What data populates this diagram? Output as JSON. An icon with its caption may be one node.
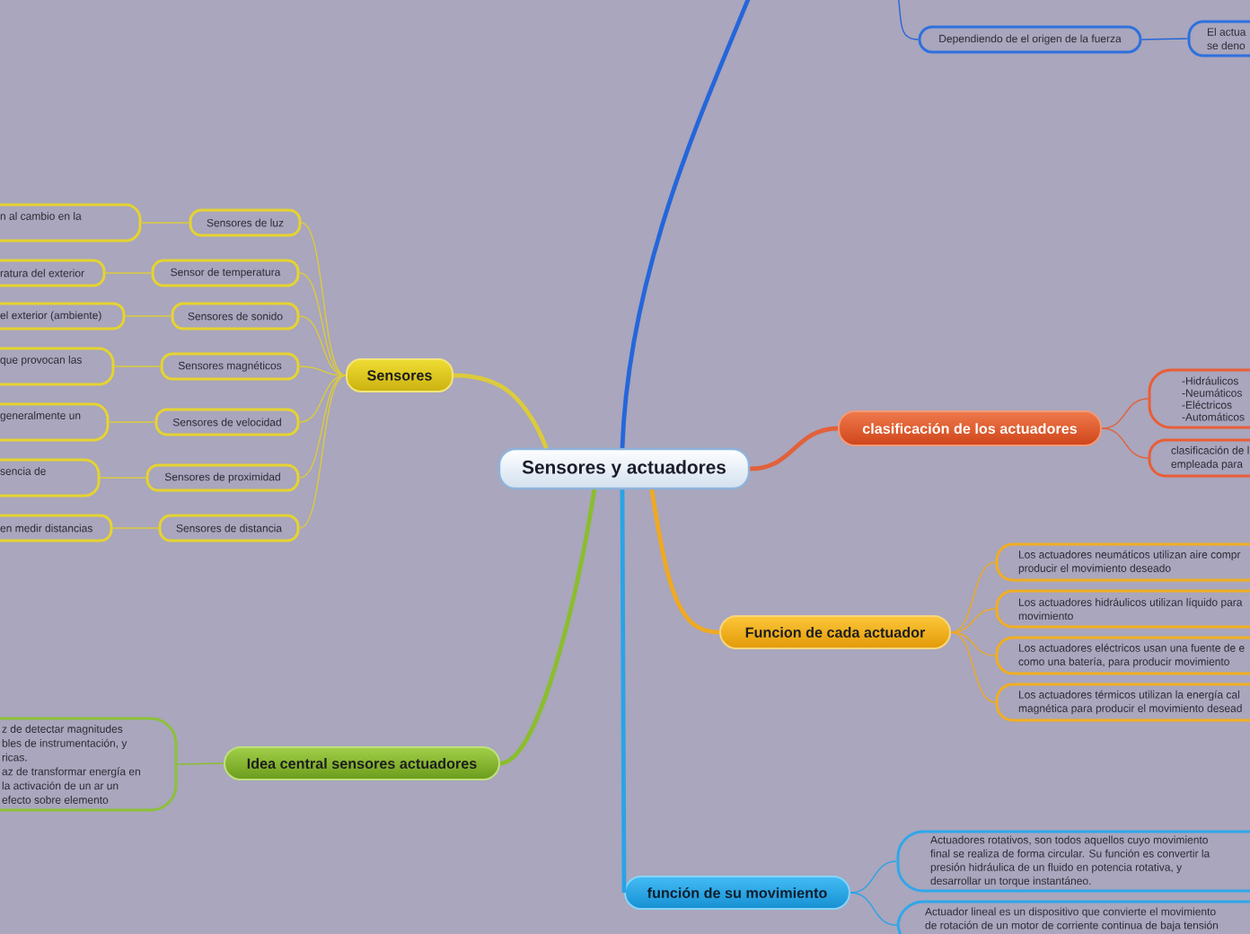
{
  "diagram": {
    "nodes": [
      {
        "text": [
          "Sensores y actuadores"
        ]
      },
      {
        "text": [
          "Sensores"
        ]
      },
      {
        "text": [
          "Sensores de luz"
        ]
      },
      {
        "text": [
          "n al cambio en la"
        ]
      },
      {
        "text": [
          "Sensor de temperatura"
        ]
      },
      {
        "text": [
          "ratura del exterior"
        ]
      },
      {
        "text": [
          "Sensores de sonido"
        ]
      },
      {
        "text": [
          "el exterior (ambiente)"
        ]
      },
      {
        "text": [
          "Sensores magnéticos"
        ]
      },
      {
        "text": [
          "que provocan las"
        ]
      },
      {
        "text": [
          "Sensores de velocidad"
        ]
      },
      {
        "text": [
          "generalmente un"
        ]
      },
      {
        "text": [
          "Sensores de proximidad"
        ]
      },
      {
        "text": [
          "sencia de"
        ]
      },
      {
        "text": [
          "Sensores de distancia"
        ]
      },
      {
        "text": [
          "en medir distancias"
        ]
      },
      {
        "text": [
          "Idea central sensores actuadores"
        ]
      },
      {
        "text": [
          "z de detectar magnitudes bles de instrumentación, y ricas.",
          "az de transformar energía en la activación de un ar un efecto sobre elemento"
        ]
      },
      {
        "text": [
          "Dependiendo de el origen de la fuerza"
        ]
      },
      {
        "text": [
          "El actua se deno"
        ]
      },
      {
        "text": [
          "clasificación de los actuadores"
        ]
      },
      {
        "text": [
          "-Hidráulicos -Neumáticos -Eléctricos -Automáticos"
        ]
      },
      {
        "text": [
          "clasificación de l empleada para"
        ]
      },
      {
        "text": [
          "Funcion de cada actuador"
        ]
      },
      {
        "text": [
          "Los actuadores neumáticos utilizan aire compr producir el movimiento deseado"
        ]
      },
      {
        "text": [
          "Los actuadores hidráulicos utilizan líquido para movimiento"
        ]
      },
      {
        "text": [
          "Los actuadores eléctricos usan una fuente de e como una batería, para producir movimiento"
        ]
      },
      {
        "text": [
          "Los actuadores térmicos utilizan la energía cal magnética para producir el movimiento desead"
        ]
      },
      {
        "text": [
          "función de su movimiento"
        ]
      },
      {
        "text": [
          "Actuadores rotativos, son todos aquellos cuyo movimiento final se realiza de forma circular. Su función es convertir la presión hidráulica de un fluido en potencia rotativa, y desarrollar un torque instantáneo."
        ]
      },
      {
        "text": [
          "Actuador lineal es un dispositivo que convierte el movimiento de rotación de un motor de corriente continua de baja tensión"
        ]
      }
    ],
    "edges": [
      {
        "from": 0,
        "to": 1,
        "arrow": "none",
        "style": "thick"
      },
      {
        "from": 1,
        "to": 2,
        "arrow": "none"
      },
      {
        "from": 1,
        "to": 4,
        "arrow": "none"
      },
      {
        "from": 1,
        "to": 6,
        "arrow": "none"
      },
      {
        "from": 1,
        "to": 8,
        "arrow": "none"
      },
      {
        "from": 1,
        "to": 10,
        "arrow": "none"
      },
      {
        "from": 1,
        "to": 12,
        "arrow": "none"
      },
      {
        "from": 1,
        "to": 14,
        "arrow": "none"
      },
      {
        "from": 2,
        "to": 3,
        "arrow": "none"
      },
      {
        "from": 4,
        "to": 5,
        "arrow": "none"
      },
      {
        "from": 6,
        "to": 7,
        "arrow": "none"
      },
      {
        "from": 8,
        "to": 9,
        "arrow": "none"
      },
      {
        "from": 10,
        "to": 11,
        "arrow": "none"
      },
      {
        "from": 12,
        "to": 13,
        "arrow": "none"
      },
      {
        "from": 14,
        "to": 15,
        "arrow": "none"
      },
      {
        "from": 0,
        "to": 16,
        "arrow": "none",
        "style": "thick",
        "color": "#8bbd2e"
      },
      {
        "from": 16,
        "to": 17,
        "arrow": "none",
        "color": "#8bbd2e"
      },
      {
        "from": 0,
        "to": null,
        "arrow": "none",
        "style": "thick",
        "color": "#2566da"
      },
      {
        "from": null,
        "to": 18,
        "arrow": "none",
        "color": "#2566da"
      },
      {
        "from": 18,
        "to": 19,
        "arrow": "none",
        "color": "#2566da"
      },
      {
        "from": 0,
        "to": 20,
        "arrow": "none",
        "style": "thick",
        "color": "#e2613a"
      },
      {
        "from": 20,
        "to": 21,
        "arrow": "none",
        "color": "#e2613a"
      },
      {
        "from": 20,
        "to": 22,
        "arrow": "none",
        "color": "#e2613a"
      },
      {
        "from": 0,
        "to": 23,
        "arrow": "none",
        "style": "thick",
        "color": "#f0a922"
      },
      {
        "from": 23,
        "to": 24,
        "arrow": "none",
        "color": "#f0a922"
      },
      {
        "from": 23,
        "to": 25,
        "arrow": "none",
        "color": "#f0a922"
      },
      {
        "from": 23,
        "to": 26,
        "arrow": "none",
        "color": "#f0a922"
      },
      {
        "from": 23,
        "to": 27,
        "arrow": "none",
        "color": "#f0a922"
      },
      {
        "from": 0,
        "to": 28,
        "arrow": "none",
        "style": "thick",
        "color": "#2aa3e6"
      },
      {
        "from": 28,
        "to": 29,
        "arrow": "none",
        "color": "#2aa3e6"
      },
      {
        "from": 28,
        "to": 30,
        "arrow": "none",
        "color": "#2aa3e6"
      }
    ]
  }
}
